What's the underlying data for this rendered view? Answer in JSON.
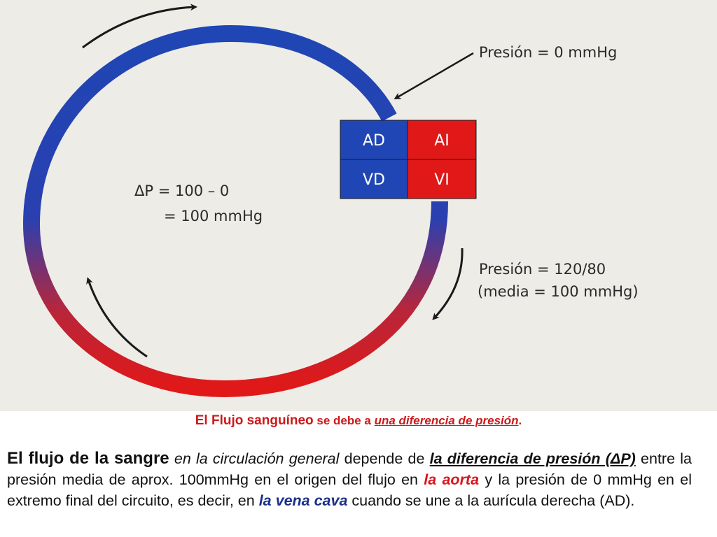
{
  "diagram": {
    "chambers": {
      "ad": "AD",
      "ai": "AI",
      "vd": "VD",
      "vi": "VI"
    },
    "pressure_top": "Presión = 0 mmHg",
    "pressure_bottom_line1": "Presión = 120/80",
    "pressure_bottom_line2": "(media = 100 mmHg)",
    "delta_line1": "ΔP = 100 – 0",
    "delta_line2": "= 100 mmHg",
    "colors": {
      "venous": "#1f46b4",
      "arterial": "#e01818",
      "background": "#eeece6"
    }
  },
  "caption": {
    "part1": "El Flujo sanguíneo",
    "part2": " se debe a ",
    "part3": "una diferencia de presión",
    "part4": "."
  },
  "paragraph": {
    "s1": "El flujo de la sangre",
    "s2": " en la circulación general",
    "s3": " depende de ",
    "s4": "la diferencia de presión (ΔP)",
    "s5": " entre la presión media  de aprox. 100mmHg en el origen del flujo en ",
    "s6": "la aorta",
    "s7": " y la presión de 0 mmHg en el extremo final del circuito, es decir, en ",
    "s8": "la vena cava",
    "s9": " cuando se une a la aurícula derecha (AD)."
  }
}
